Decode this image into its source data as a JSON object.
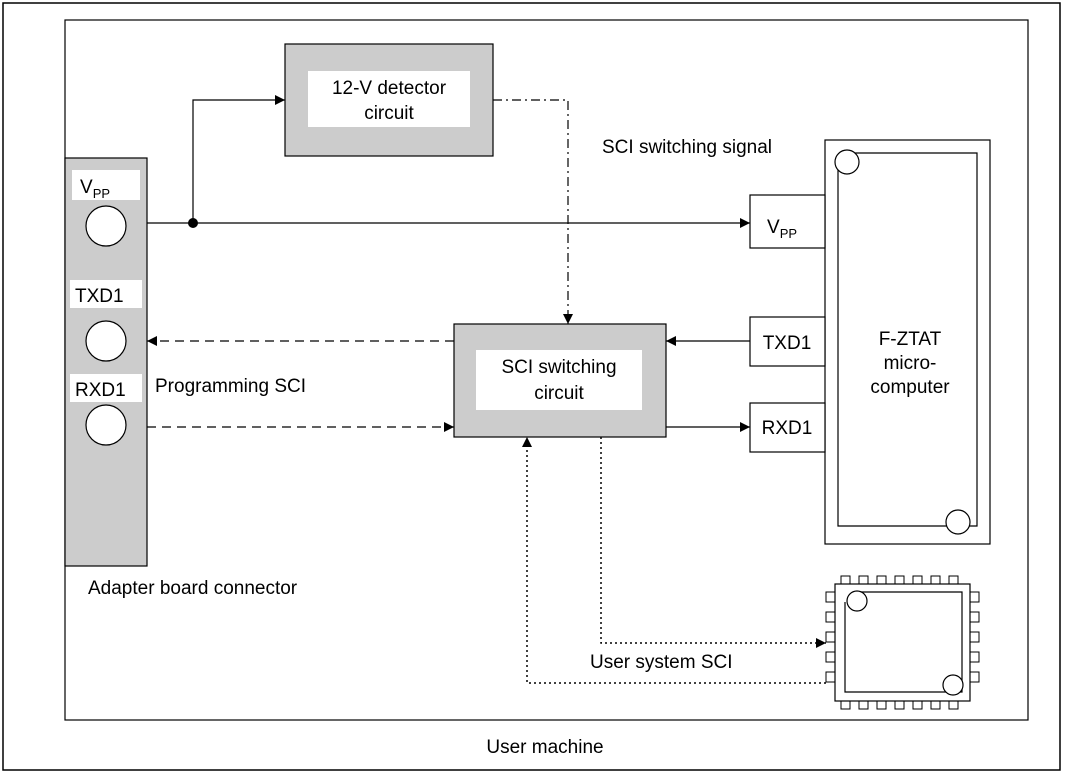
{
  "diagram": {
    "caption": "User machine",
    "detector": {
      "line1": "12-V detector",
      "line2": "circuit"
    },
    "sci_switching_signal": "SCI switching signal",
    "sci_switch": {
      "line1": "SCI switching",
      "line2": "circuit"
    },
    "connector": {
      "pins": [
        {
          "main": "V",
          "sub": "PP"
        },
        {
          "main": "TXD1",
          "sub": ""
        },
        {
          "main": "RXD1",
          "sub": ""
        }
      ],
      "label": "Adapter board connector"
    },
    "programming_sci": "Programming SCI",
    "mcu": {
      "pins": [
        {
          "main": "V",
          "sub": "PP"
        },
        {
          "main": "TXD1",
          "sub": ""
        },
        {
          "main": "RXD1",
          "sub": ""
        }
      ],
      "line1": "F-ZTAT",
      "line2": "micro-",
      "line3": "computer"
    },
    "user_system_sci": "User system SCI"
  }
}
